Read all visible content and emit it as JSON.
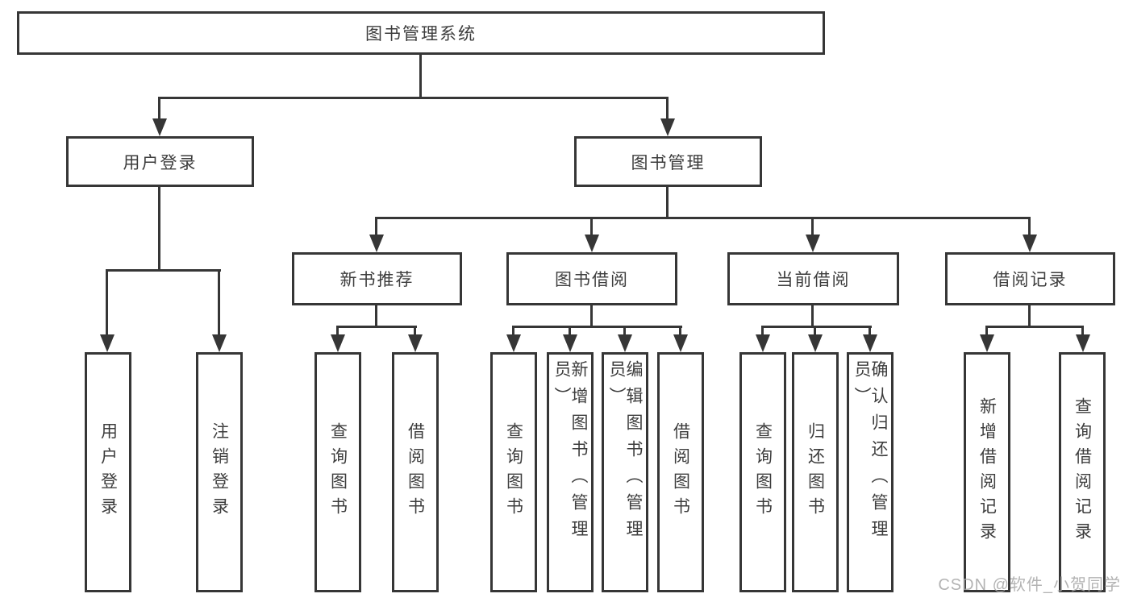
{
  "diagram_type": "hierarchy-tree",
  "tree": {
    "label": "图书管理系统",
    "children": [
      {
        "label": "用户登录",
        "children": [
          {
            "label": "用户登录"
          },
          {
            "label": "注销登录"
          }
        ]
      },
      {
        "label": "图书管理",
        "children": [
          {
            "label": "新书推荐",
            "children": [
              {
                "label": "查询图书"
              },
              {
                "label": "借阅图书"
              }
            ]
          },
          {
            "label": "图书借阅",
            "children": [
              {
                "label": "查询图书"
              },
              {
                "label": "新增图书（管理员）"
              },
              {
                "label": "编辑图书（管理员）"
              },
              {
                "label": "借阅图书"
              }
            ]
          },
          {
            "label": "当前借阅",
            "children": [
              {
                "label": "查询图书"
              },
              {
                "label": "归还图书"
              },
              {
                "label": "确认归还（管理员）"
              }
            ]
          },
          {
            "label": "借阅记录",
            "children": [
              {
                "label": "新增借阅记录"
              },
              {
                "label": "查询借阅记录"
              }
            ]
          }
        ]
      }
    ]
  },
  "watermark": {
    "text": "CSDN @软件_小贺同学"
  },
  "colors": {
    "line": "#363636",
    "box_border": "#363636",
    "text": "#3d3d3d",
    "watermark": "#a6a6a6",
    "background": "#ffffff"
  }
}
